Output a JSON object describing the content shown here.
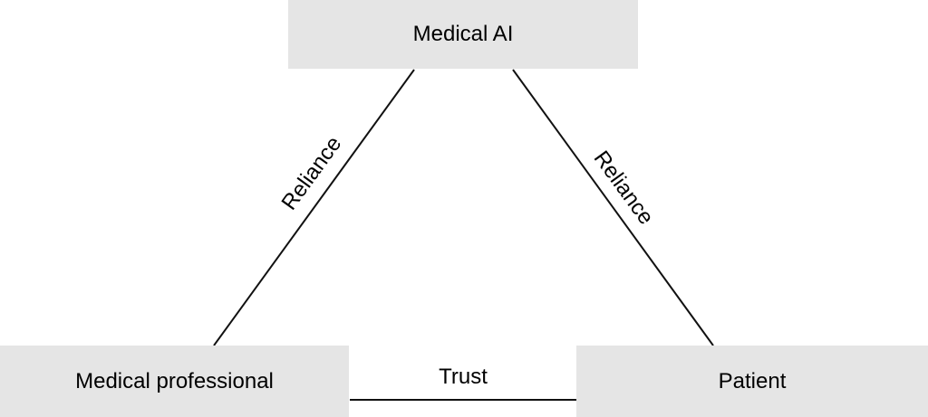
{
  "nodes": {
    "ai": "Medical AI",
    "professional": "Medical professional",
    "patient": "Patient"
  },
  "edges": {
    "left_label": "Reliance",
    "right_label": "Reliance",
    "bottom_label": "Trust"
  }
}
